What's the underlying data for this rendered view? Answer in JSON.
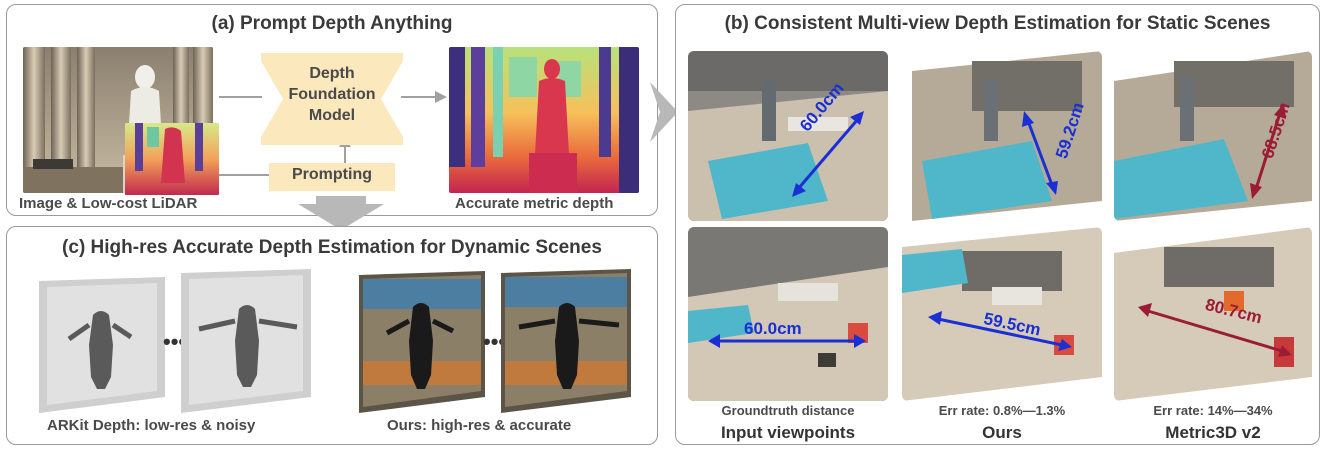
{
  "panel_a": {
    "title": "(a) Prompt Depth Anything",
    "input_label": "Image & Low-cost LiDAR",
    "model_label": "Depth Foundation Model",
    "prompting_label": "Prompting",
    "output_label": "Accurate metric depth"
  },
  "panel_b": {
    "title": "(b) Consistent Multi-view Depth Estimation for Static Scenes",
    "columns": [
      {
        "header": "Input viewpoints",
        "sub": "Groundtruth distance",
        "top_measure": "60.0cm",
        "bottom_measure": "60.0cm"
      },
      {
        "header": "Ours",
        "sub": "Err rate: 0.8%—1.3%",
        "top_measure": "59.2cm",
        "bottom_measure": "59.5cm"
      },
      {
        "header": "Metric3D v2",
        "sub": "Err rate: 14%—34%",
        "top_measure": "68.5cm",
        "bottom_measure": "80.7cm"
      }
    ]
  },
  "panel_c": {
    "title": "(c) High-res Accurate Depth Estimation for Dynamic Scenes",
    "left_label": "ARKit Depth: low-res & noisy",
    "right_label": "Ours: high-res & accurate"
  },
  "colors": {
    "measure_ok": "#1a2fd4",
    "measure_bad": "#9b1c35",
    "model_box": "#fbe8bd",
    "border": "#9a9a9a"
  }
}
